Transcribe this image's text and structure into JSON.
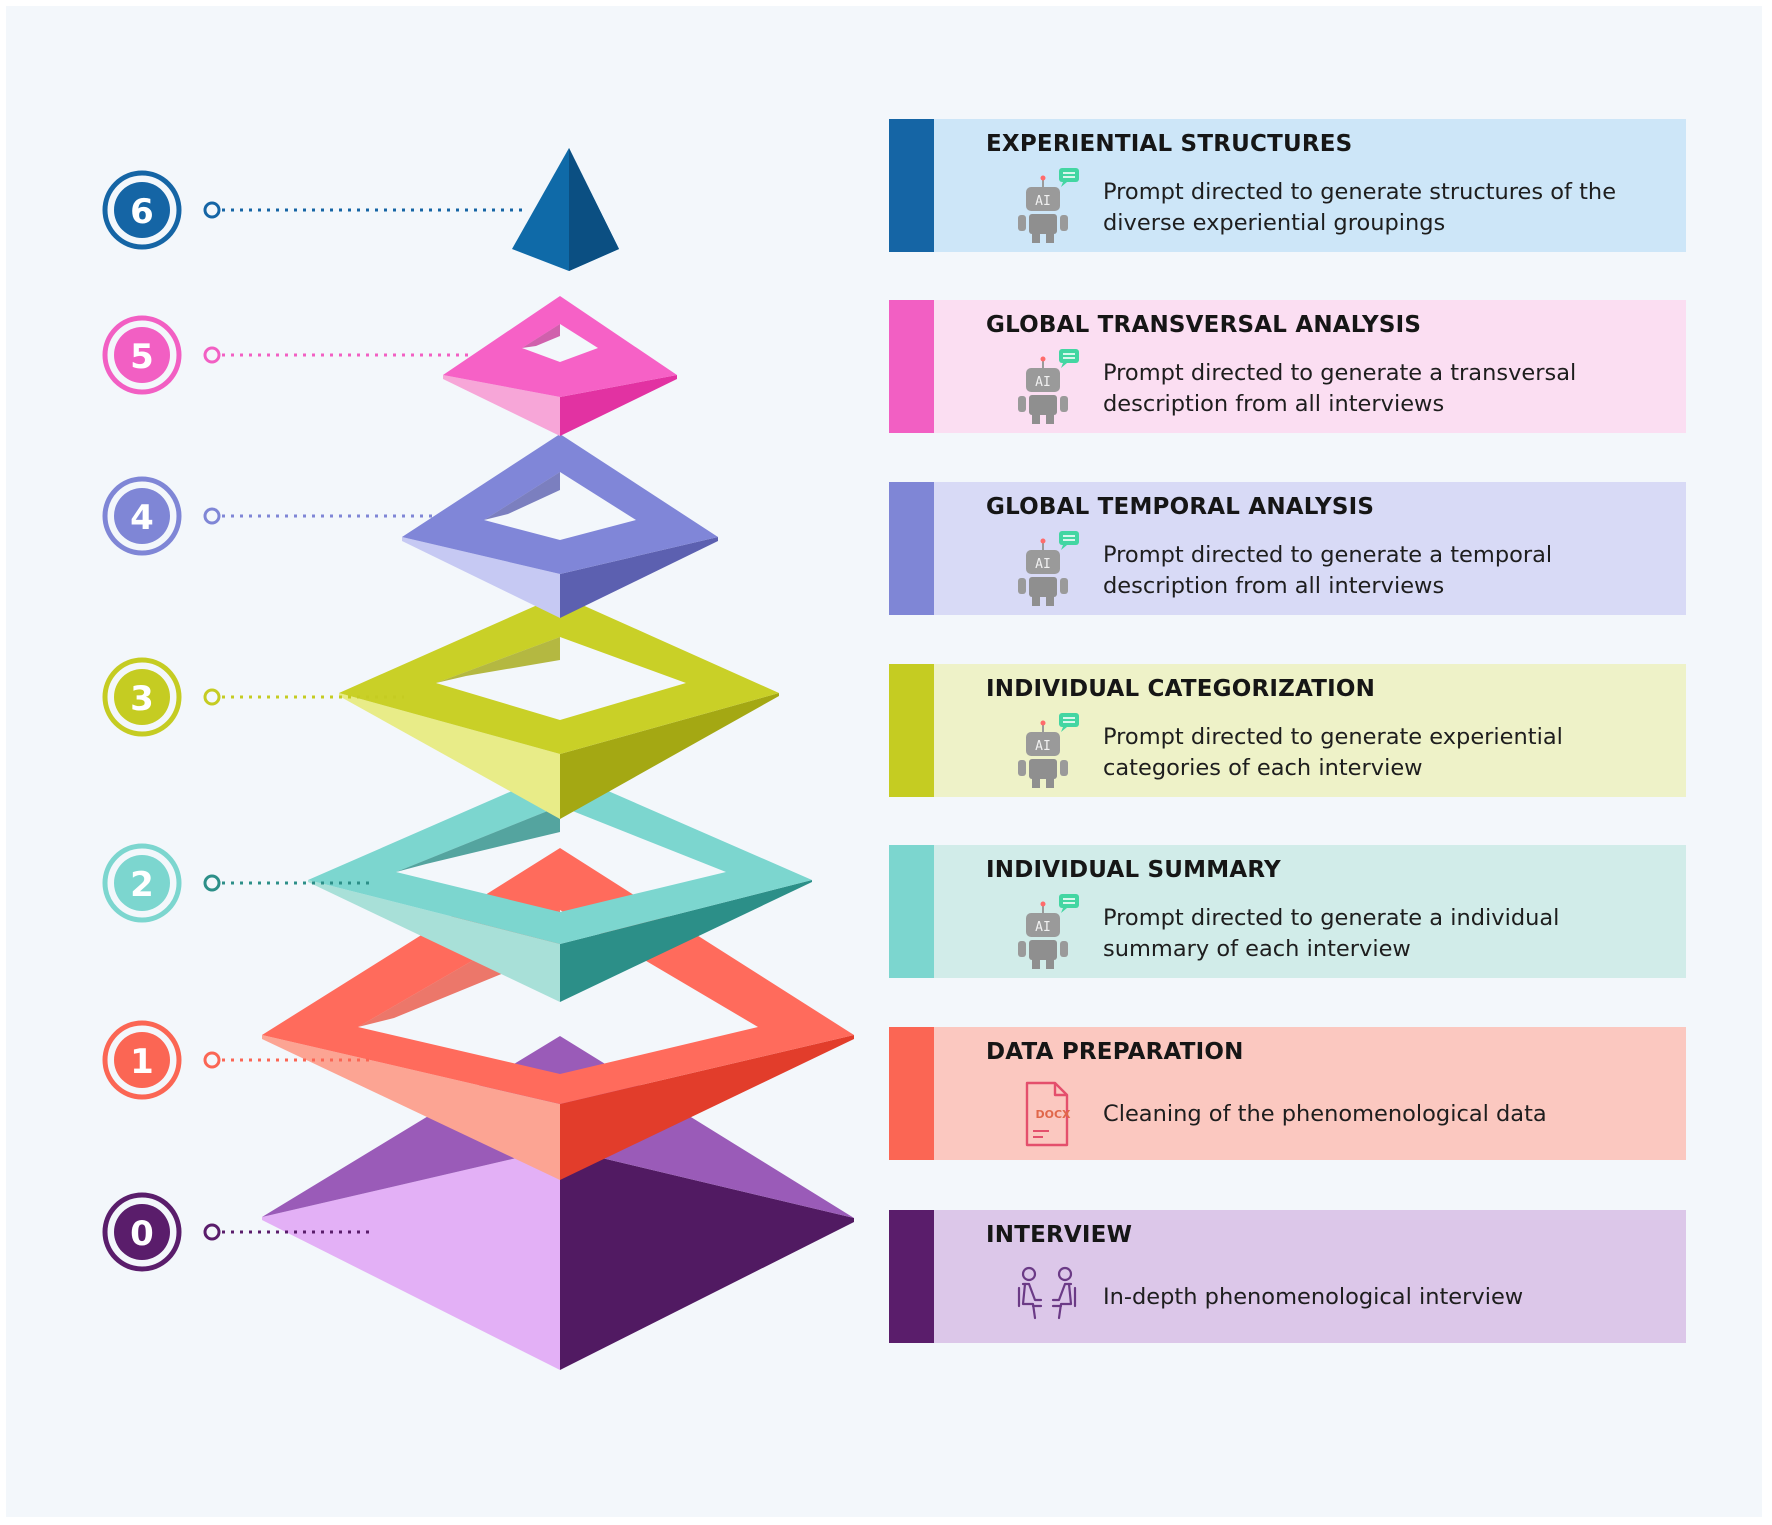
{
  "colors": {
    "level_6": "#1565a5",
    "level_5": "#f25fc3",
    "level_4": "#7f86d6",
    "level_3": "#c5cc22",
    "level_2": "#7cd6cf",
    "level_1": "#fb6654",
    "level_0": "#5a1d6b"
  },
  "levels": [
    {
      "number": "6",
      "title": "EXPERIENTIAL STRUCTURES",
      "description": "Prompt directed to generate structures of the diverse experiential groupings",
      "icon": "ai-robot-icon"
    },
    {
      "number": "5",
      "title": "GLOBAL TRANSVERSAL ANALYSIS",
      "description": "Prompt directed to generate a transversal description from all interviews",
      "icon": "ai-robot-icon"
    },
    {
      "number": "4",
      "title": "GLOBAL TEMPORAL ANALYSIS",
      "description": "Prompt directed to generate a temporal description from all interviews",
      "icon": "ai-robot-icon"
    },
    {
      "number": "3",
      "title": "INDIVIDUAL CATEGORIZATION",
      "description": "Prompt directed to generate experiential categories of each interview",
      "icon": "ai-robot-icon"
    },
    {
      "number": "2",
      "title": "INDIVIDUAL SUMMARY",
      "description": "Prompt directed to generate a individual summary of each interview",
      "icon": "ai-robot-icon"
    },
    {
      "number": "1",
      "title": "DATA PREPARATION",
      "description": "Cleaning of the phenomenological data",
      "icon": "docx-file-icon",
      "icon_label": "DOCX"
    },
    {
      "number": "0",
      "title": "INTERVIEW",
      "description": "In-depth phenomenological interview",
      "icon": "interview-people-icon"
    }
  ],
  "robot_icon_label": "AI"
}
